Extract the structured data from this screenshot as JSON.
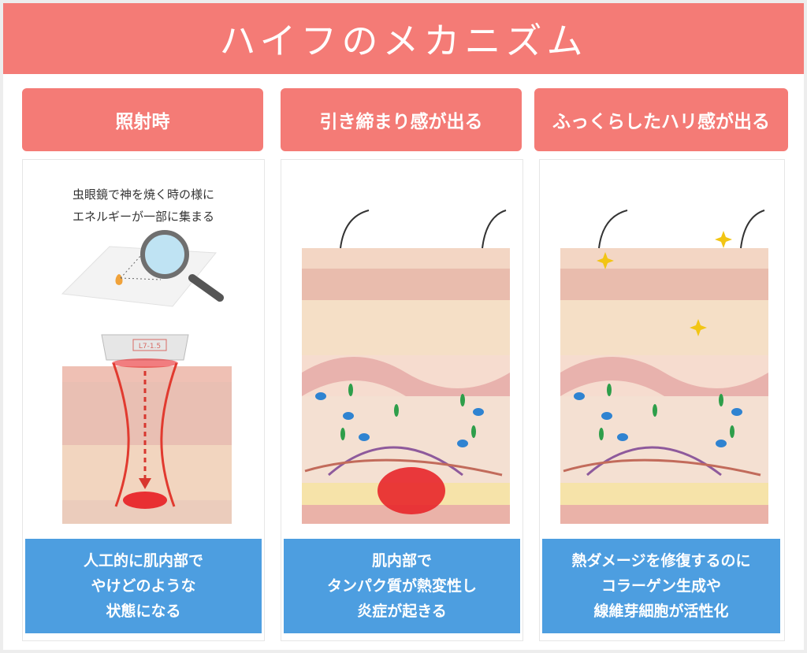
{
  "title": "ハイフのメカニズム",
  "columns": [
    {
      "heading": "照射時",
      "note": [
        "虫眼鏡で神を焼く時の様に",
        "エネルギーが一部に集まる"
      ],
      "device_label": "L7-1.5",
      "caption": [
        "人工的に肌内部で",
        "やけどのような",
        "状態になる"
      ]
    },
    {
      "heading": "引き締まり感が出る",
      "caption": [
        "肌内部で",
        "タンパク質が熱変性し",
        "炎症が起きる"
      ]
    },
    {
      "heading": "ふっくらしたハリ感が出る",
      "caption": [
        "熱ダメージを修復するのに",
        "コラーゲン生成や",
        "線維芽細胞が活性化"
      ]
    }
  ],
  "colors": {
    "accent": "#f47b76",
    "caption_bg": "#4d9ee0",
    "burn": "#e8262a"
  }
}
